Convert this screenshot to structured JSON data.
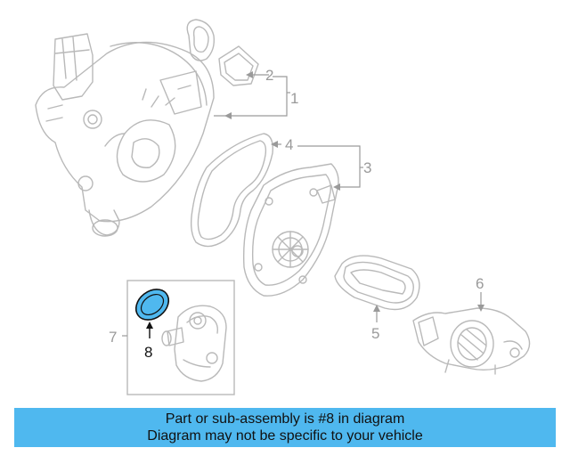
{
  "callouts": {
    "c1": "1",
    "c2": "2",
    "c3": "3",
    "c4": "4",
    "c5": "5",
    "c6": "6",
    "c7": "7",
    "c8": "8"
  },
  "highlight": {
    "part": "8",
    "fill_color": "#4fb8ef"
  },
  "banner": {
    "line1": "Part or sub-assembly is #8 in diagram",
    "line2": "Diagram may not be specific to your vehicle",
    "background_color": "#4fb8ef"
  }
}
